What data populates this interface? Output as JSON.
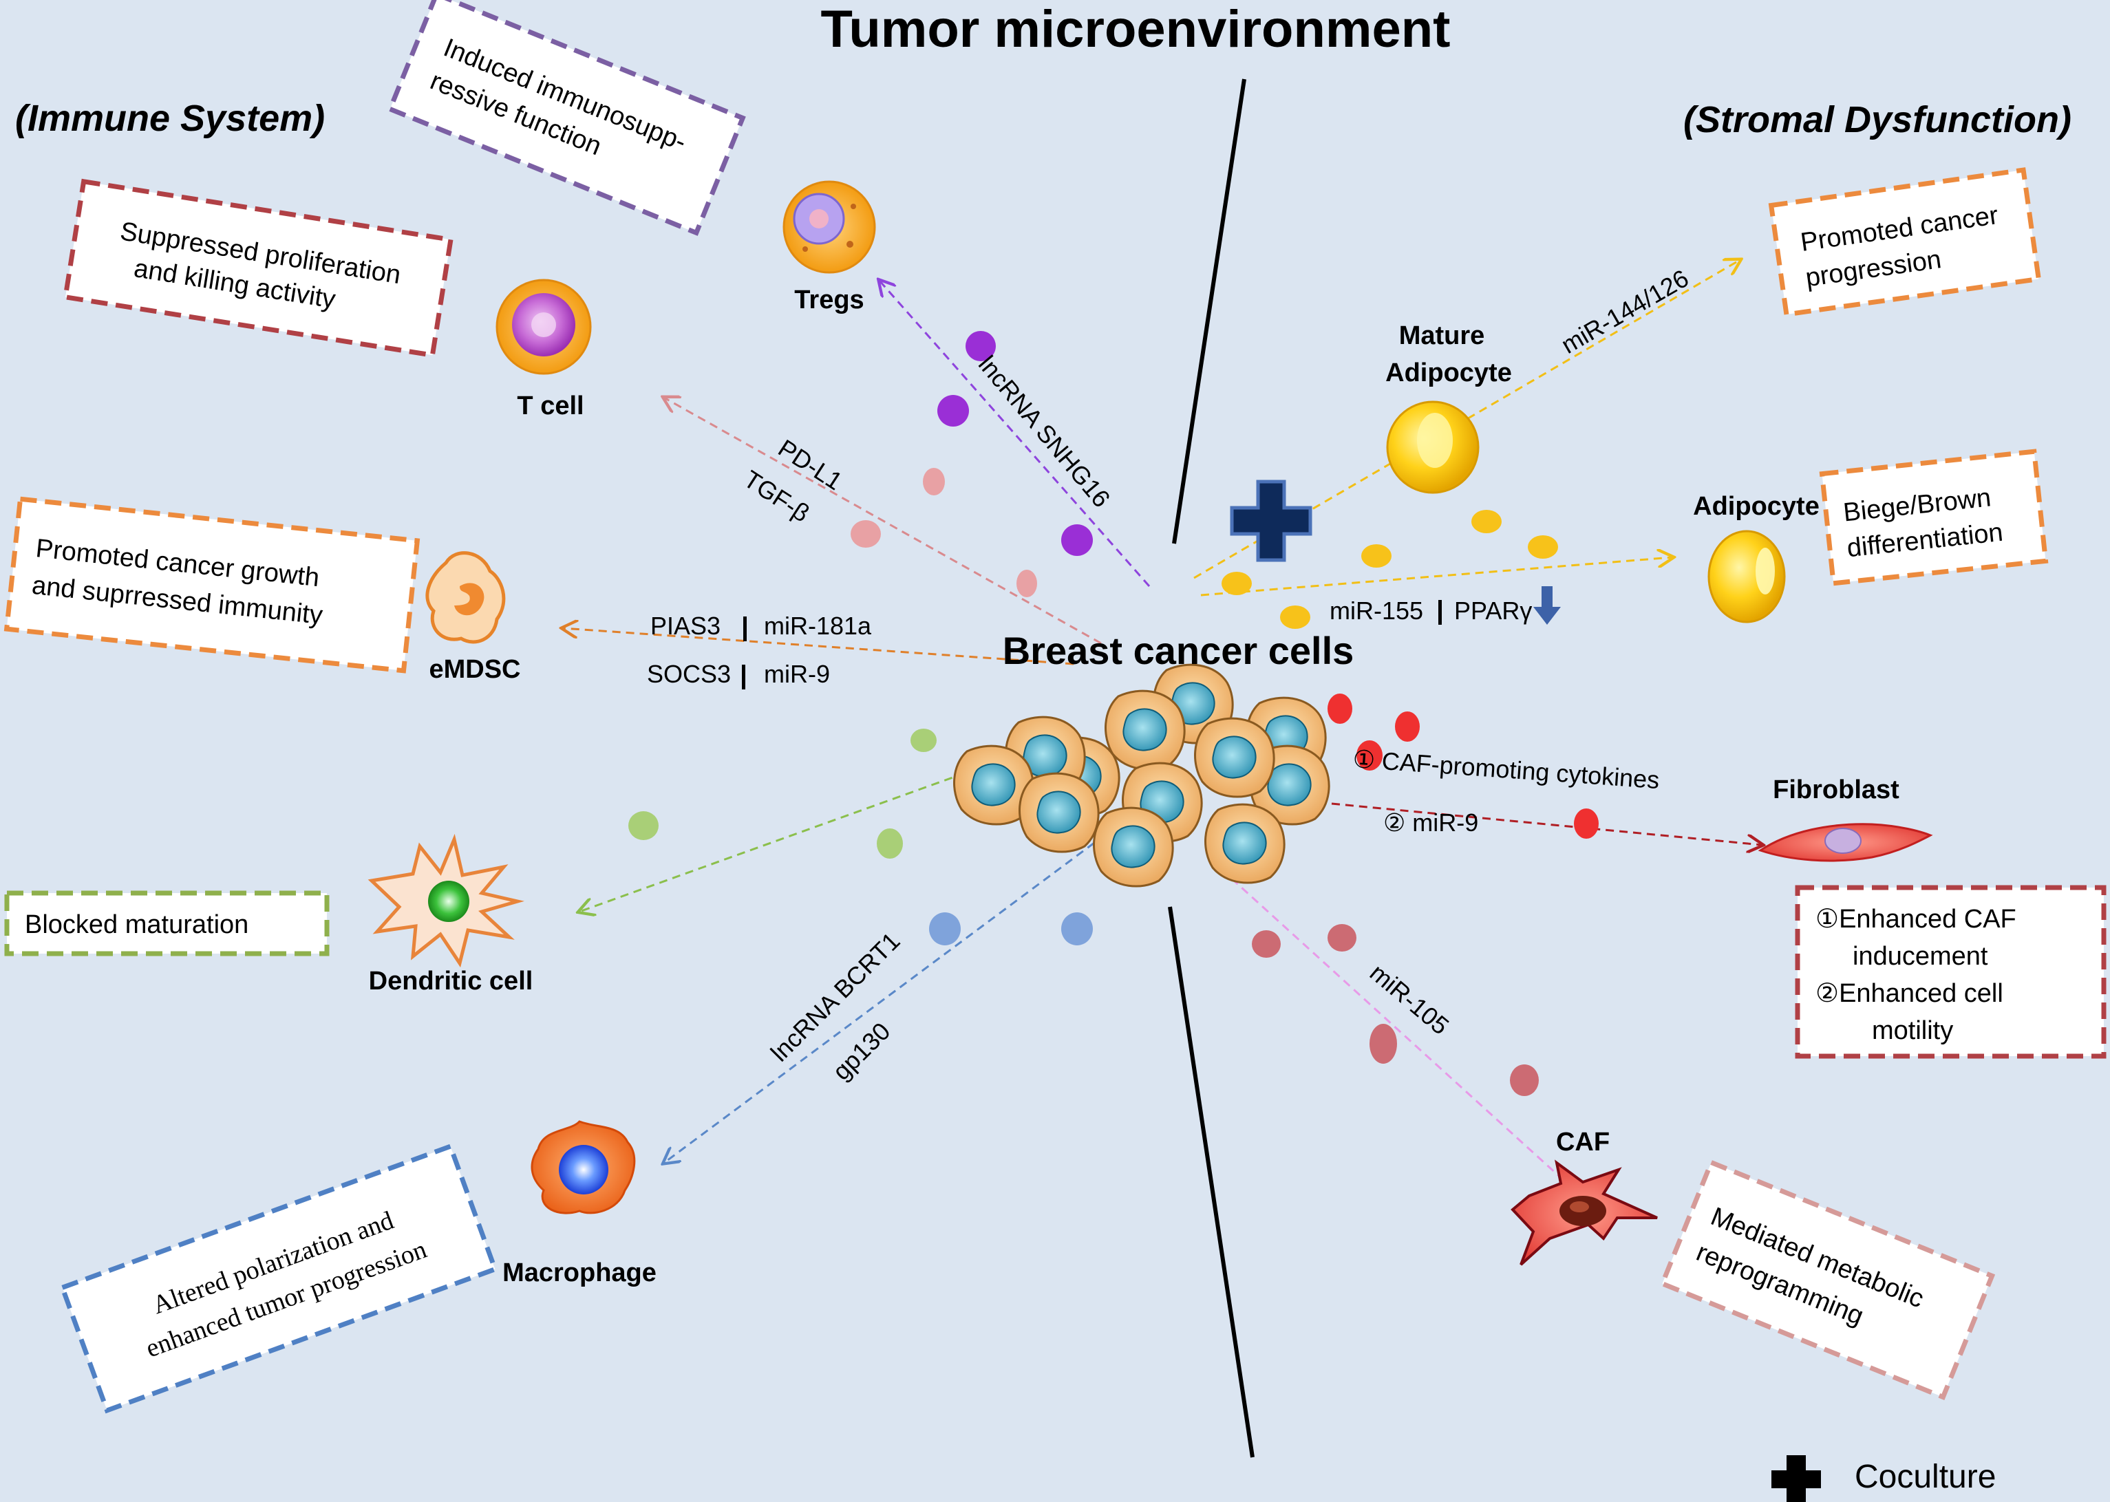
{
  "title": "Tumor microenvironment",
  "sections": {
    "immune": "(Immune System)",
    "stromal": "(Stromal Dysfunction)"
  },
  "center": {
    "label": "Breast cancer cells"
  },
  "cells": {
    "tregs": "Tregs",
    "tcell": "T cell",
    "emdsc": "eMDSC",
    "dendritic": "Dendritic cell",
    "macrophage": "Macrophage",
    "mature_adipocyte_1": "Mature",
    "mature_adipocyte_2": "Adipocyte",
    "adipocyte": "Adipocyte",
    "fibroblast": "Fibroblast",
    "caf": "CAF"
  },
  "paths": {
    "tregs": "lncRNA SNHG16",
    "tcell_1": "PD-L1",
    "tcell_2": "TGF-β",
    "emdsc_pias3": "PIAS3",
    "emdsc_mir181a": "miR-181a",
    "emdsc_socs3": "SOCS3",
    "emdsc_mir9": "miR-9",
    "macrophage_1": "lncRNA BCRT1",
    "macrophage_2": "gp130",
    "mature_adipocyte": "miR-144/126",
    "adipocyte_mir155": "miR-155",
    "adipocyte_ppar": "PPARγ",
    "fibroblast_1": "① CAF-promoting cytokines",
    "fibroblast_2": "②  miR-9",
    "caf": "miR-105"
  },
  "outcomes": {
    "tregs_1": "Induced immunosupp-",
    "tregs_2": "ressive function",
    "tcell_1": "Suppressed proliferation",
    "tcell_2": "and killing activity",
    "emdsc_1": "Promoted cancer growth",
    "emdsc_2": "and suprressed immunity",
    "dendritic": "Blocked maturation",
    "macrophage_1": "Altered polarization and",
    "macrophage_2": "enhanced tumor progression",
    "mature_adipocyte_1": "Promoted cancer",
    "mature_adipocyte_2": "progression",
    "adipocyte_1": "Biege/Brown",
    "adipocyte_2": "differentiation",
    "fibroblast_1": "①Enhanced CAF",
    "fibroblast_2": "inducement",
    "fibroblast_3": "②Enhanced cell",
    "fibroblast_4": "motility",
    "caf_1": "Mediated metabolic",
    "caf_2": "reprogramming"
  },
  "legend": {
    "coculture": "Coculture"
  },
  "colors": {
    "background": "#dbe5f1",
    "tregs": "#8e44dd",
    "tcell": "#e8a1a4",
    "emdsc": "#e0802a",
    "dendritic": "#8bbf4c",
    "macrophage": "#5a88c8",
    "adipocyte": "#f2bf16",
    "fibroblast": "#d9242c",
    "caf": "#cc6b73",
    "box_purple": "#7b5fa3",
    "box_red": "#b04045",
    "box_orange": "#ec8a3d",
    "box_green": "#8fb04c",
    "box_blue": "#4f80c4",
    "box_pink": "#d59a98"
  }
}
